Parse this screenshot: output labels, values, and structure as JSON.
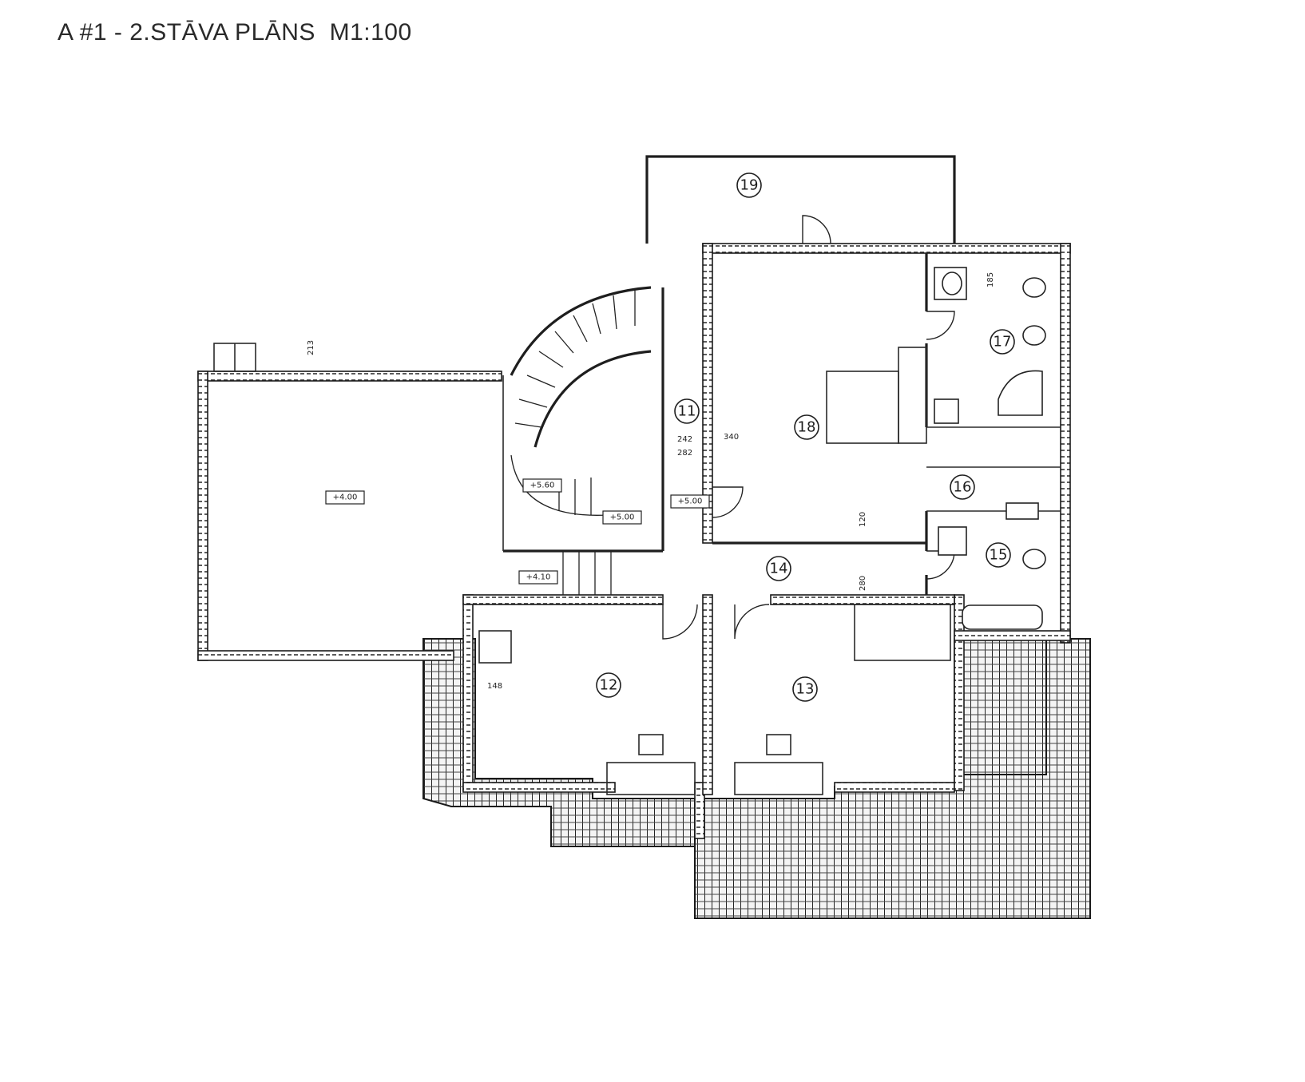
{
  "title": "A #1 - 2.STĀVA PLĀNS  M1:100",
  "rooms": [
    {
      "id": "room-11",
      "label": "11"
    },
    {
      "id": "room-12",
      "label": "12"
    },
    {
      "id": "room-13",
      "label": "13"
    },
    {
      "id": "room-14",
      "label": "14"
    },
    {
      "id": "room-15",
      "label": "15"
    },
    {
      "id": "room-16",
      "label": "16"
    },
    {
      "id": "room-17",
      "label": "17"
    },
    {
      "id": "room-18",
      "label": "18"
    },
    {
      "id": "room-19",
      "label": "19"
    }
  ],
  "levels": {
    "terrace": "+4.00",
    "stair_upper": "+5.60",
    "stair_mid": "+5.00",
    "stair_lower": "+4.10",
    "corridor": "+5.00"
  },
  "dimensions": {
    "d213": "213",
    "d242": "242",
    "d282": "282",
    "d340": "340",
    "d148": "148",
    "d120": "120",
    "d280": "280",
    "d185": "185"
  }
}
